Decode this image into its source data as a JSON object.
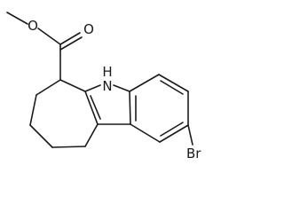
{
  "molecule": {
    "atoms": {
      "ester_oxygen": "O",
      "carbonyl_oxygen": "O",
      "nitrogen": "N",
      "nitrogen_hydrogen": "H",
      "bromine": "Br"
    }
  }
}
